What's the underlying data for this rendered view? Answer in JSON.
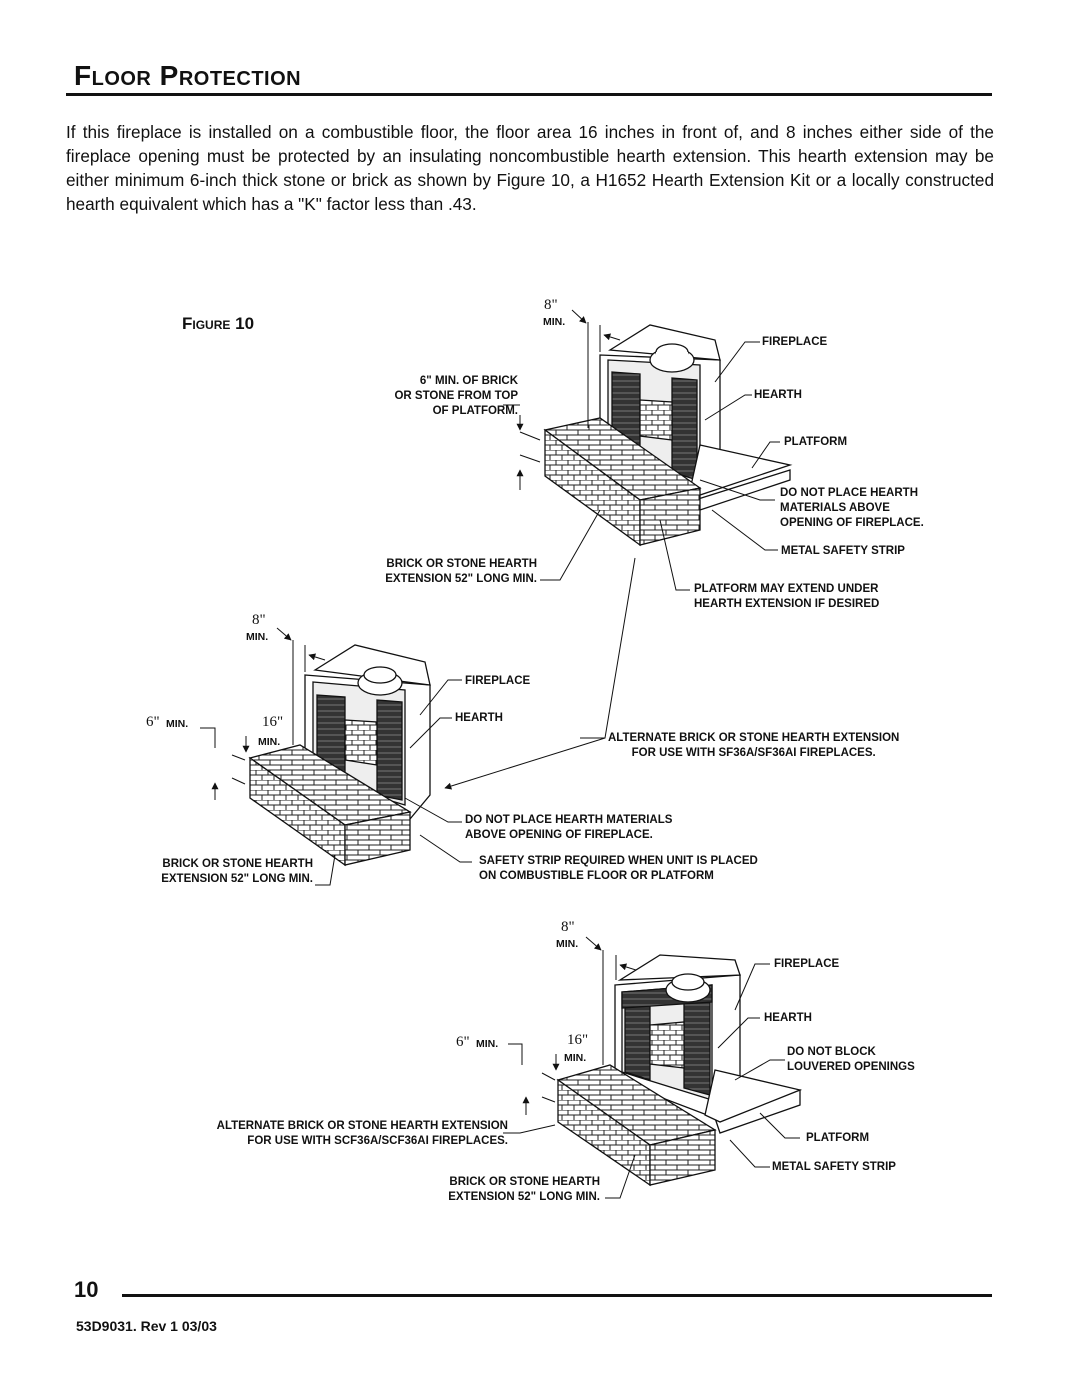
{
  "section_title": "Floor Protection",
  "paragraph": "If this fireplace is installed on a combustible floor, the floor area 16 inches in front of, and 8 inches either side of the fireplace opening must be protected by an insulating noncombustible hearth extension.  This hearth extension may be either minimum 6-inch thick stone or brick as shown by Figure 10, a H1652 Hearth Extension Kit or a locally constructed hearth equivalent which has a \"K\" factor less than .43.",
  "figure_title": "Figure 10",
  "top": {
    "dim_8": "8\"",
    "min_8": "MIN.",
    "brick_note": [
      "6\" MIN. OF BRICK",
      "OR STONE FROM TOP",
      "OF PLATFORM."
    ],
    "fireplace": "FIREPLACE",
    "hearth": "HEARTH",
    "platform": "PLATFORM",
    "do_not_place": [
      "DO NOT PLACE HEARTH",
      "MATERIALS ABOVE",
      "OPENING OF FIREPLACE."
    ],
    "metal_strip": "METAL SAFETY STRIP",
    "extension": [
      "BRICK OR STONE HEARTH",
      "EXTENSION 52\" LONG MIN."
    ],
    "platform_extend": [
      "PLATFORM MAY EXTEND UNDER",
      "HEARTH EXTENSION IF DESIRED"
    ]
  },
  "middle": {
    "dim_8": "8\"",
    "min_8": "MIN.",
    "dim_6": "6\"",
    "min_6": "MIN.",
    "dim_16": "16\"",
    "min_16": "MIN.",
    "fireplace": "FIREPLACE",
    "hearth": "HEARTH",
    "alternate": [
      "ALTERNATE BRICK OR STONE HEARTH EXTENSION",
      "FOR USE WITH SF36A/SF36AI FIREPLACES."
    ],
    "do_not_place": [
      "DO NOT PLACE HEARTH MATERIALS",
      "ABOVE OPENING OF FIREPLACE."
    ],
    "extension": [
      "BRICK OR STONE HEARTH",
      "EXTENSION 52\" LONG MIN."
    ],
    "safety": [
      "SAFETY STRIP REQUIRED WHEN UNIT IS PLACED",
      "ON COMBUSTIBLE FLOOR OR PLATFORM"
    ]
  },
  "bottom": {
    "dim_8": "8\"",
    "min_8": "MIN.",
    "dim_6": "6\"",
    "min_6": "MIN.",
    "dim_16": "16\"",
    "min_16": "MIN.",
    "fireplace": "FIREPLACE",
    "hearth": "HEARTH",
    "louvered": [
      "DO NOT BLOCK",
      "LOUVERED OPENINGS"
    ],
    "alternate": [
      "ALTERNATE BRICK OR STONE HEARTH EXTENSION",
      "FOR USE WITH SCF36A/SCF36AI FIREPLACES."
    ],
    "platform": "PLATFORM",
    "metal_strip": "METAL SAFETY STRIP",
    "extension": [
      "BRICK OR STONE HEARTH",
      "EXTENSION 52\" LONG MIN."
    ]
  },
  "page_number": "10",
  "doc_id": "53D9031. Rev 1 03/03"
}
